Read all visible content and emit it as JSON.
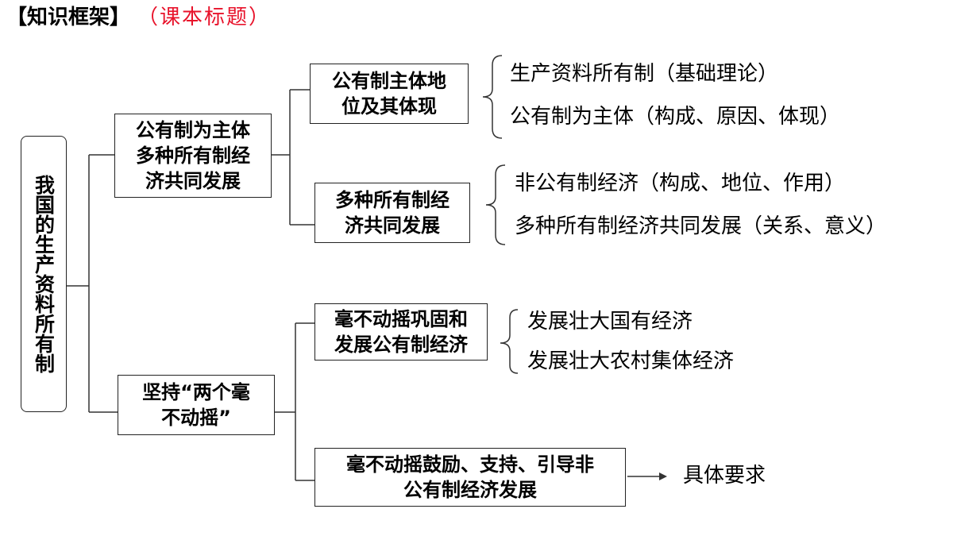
{
  "header": {
    "title": "【知识框架】",
    "subtitle": "（课本标题）",
    "subtitle_color": "#e8132b"
  },
  "root": {
    "label": "我国的生产资料所有制"
  },
  "level1": [
    {
      "label": "公有制为主体\n多种所有制经\n济共同发展"
    },
    {
      "label": "坚持“两个毫\n不动摇”"
    }
  ],
  "level2": [
    {
      "label": "公有制主体地\n位及其体现"
    },
    {
      "label": "多种所有制经\n济共同发展"
    },
    {
      "label": "毫不动摇巩固和\n发展公有制经济"
    },
    {
      "label": "毫不动摇鼓励、支持、引导非\n公有制经济发展"
    }
  ],
  "leaves": [
    "生产资料所有制（基础理论）",
    "公有制为主体（构成、原因、体现）",
    "非公有制经济（构成、地位、作用）",
    "多种所有制经济共同发展（关系、意义）",
    "发展壮大国有经济",
    "发展壮大农村集体经济",
    "具体要求"
  ]
}
